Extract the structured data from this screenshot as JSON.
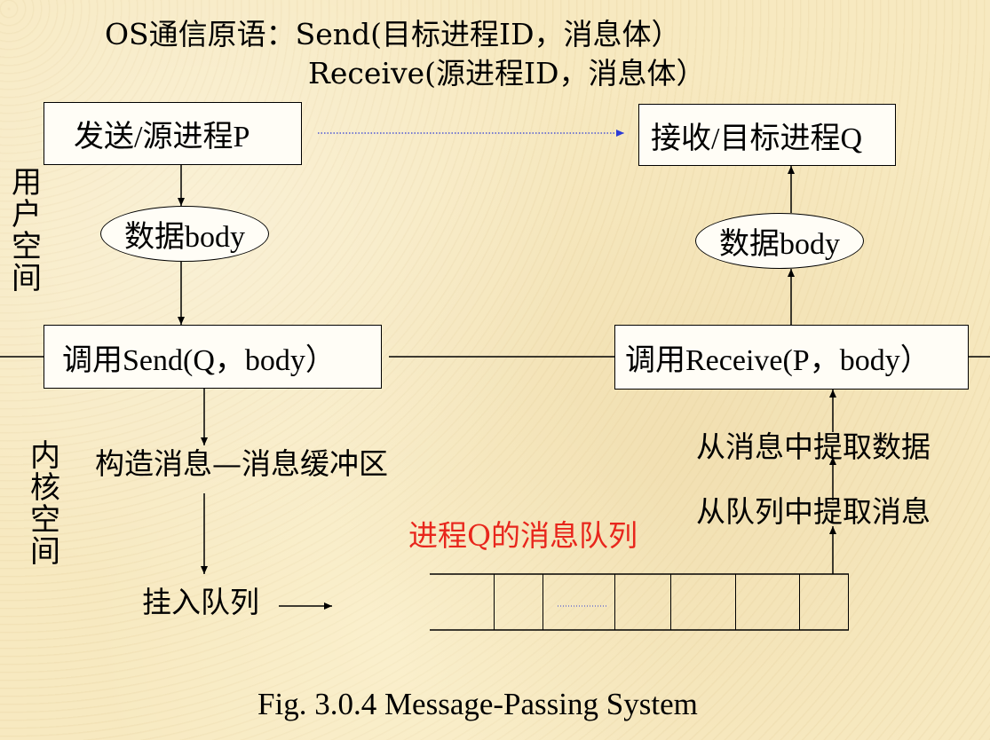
{
  "header": {
    "line1": "OS通信原语：Send(目标进程ID，消息体）",
    "line2": "Receive(源进程ID，消息体）"
  },
  "user_space_label": [
    "用",
    "户",
    "空",
    "间"
  ],
  "kernel_space_label": [
    "内",
    "核",
    "空",
    "间"
  ],
  "sender": {
    "process_box": "发送/源进程P",
    "data_ellipse": "数据body",
    "call_box": "调用Send(Q，body）",
    "step_build": "构造消息—消息缓冲区",
    "step_enqueue": "挂入队列"
  },
  "receiver": {
    "process_box": "接收/目标进程Q",
    "data_ellipse": "数据body",
    "call_box": "调用Receive(P，body）",
    "step_extract_data": "从消息中提取数据",
    "step_extract_msg": "从队列中提取消息"
  },
  "queue": {
    "label": "进程Q的消息队列",
    "label_color": "#e8261c",
    "ellipsis": "……"
  },
  "caption": "Fig. 3.0.4 Message-Passing System",
  "colors": {
    "dotted_arrow": "#2b3bd6",
    "lines": "#000000"
  }
}
